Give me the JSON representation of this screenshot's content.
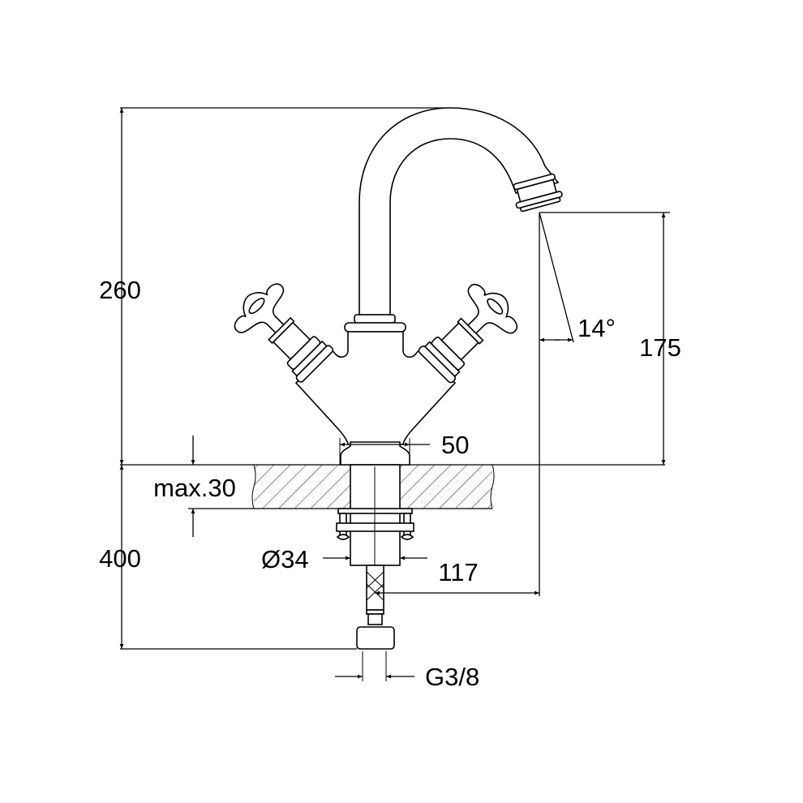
{
  "drawing": {
    "title": "Two-handle basin mixer dimension drawing",
    "dimensions": {
      "total_height": "260",
      "below_counter": "400",
      "counter_thickness": "max.30",
      "spout_height": "175",
      "spout_angle": "14°",
      "base_width": "50",
      "shank_diameter": "Ø34",
      "spout_reach": "117",
      "connection": "G3/8"
    }
  }
}
